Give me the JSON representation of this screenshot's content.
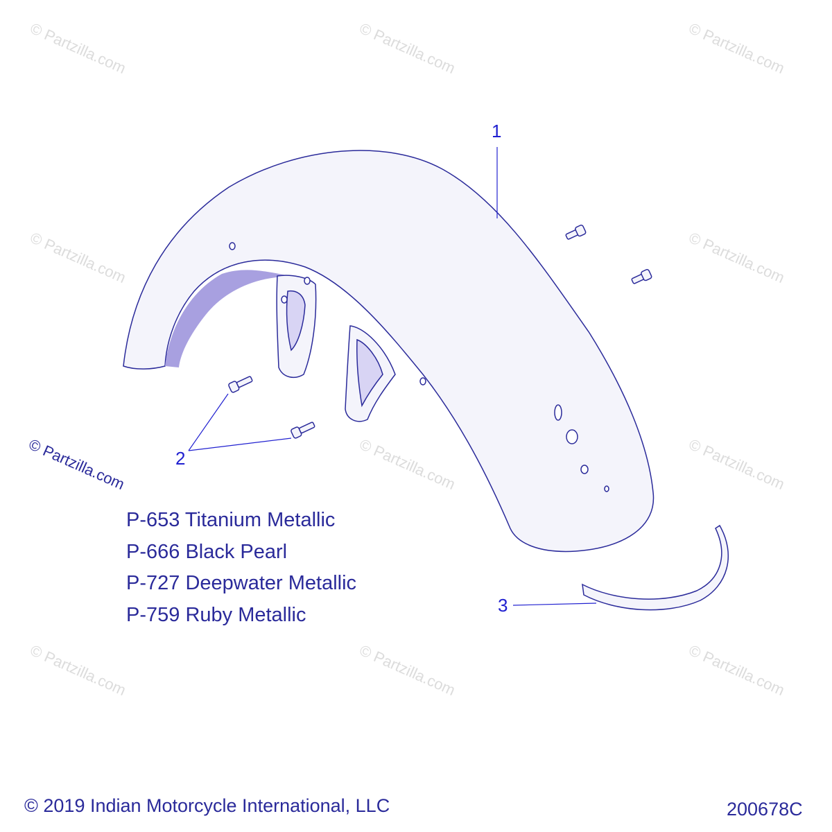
{
  "watermark": "© Partzilla.com",
  "callouts": {
    "fender": "1",
    "bolts": "2",
    "trim": "3"
  },
  "paint_options": [
    "P-653 Titanium Metallic",
    "P-666 Black Pearl",
    "P-727 Deepwater Metallic",
    "P-759 Ruby Metallic"
  ],
  "footer": {
    "copyright": "© 2019 Indian Motorcycle International, LLC",
    "drawing_number": "200678C"
  },
  "colors": {
    "outline": "#2a2a9a",
    "callout": "#2020d0",
    "fender_fill": "#f4f4fb",
    "shadow": "#a8a0e0"
  }
}
